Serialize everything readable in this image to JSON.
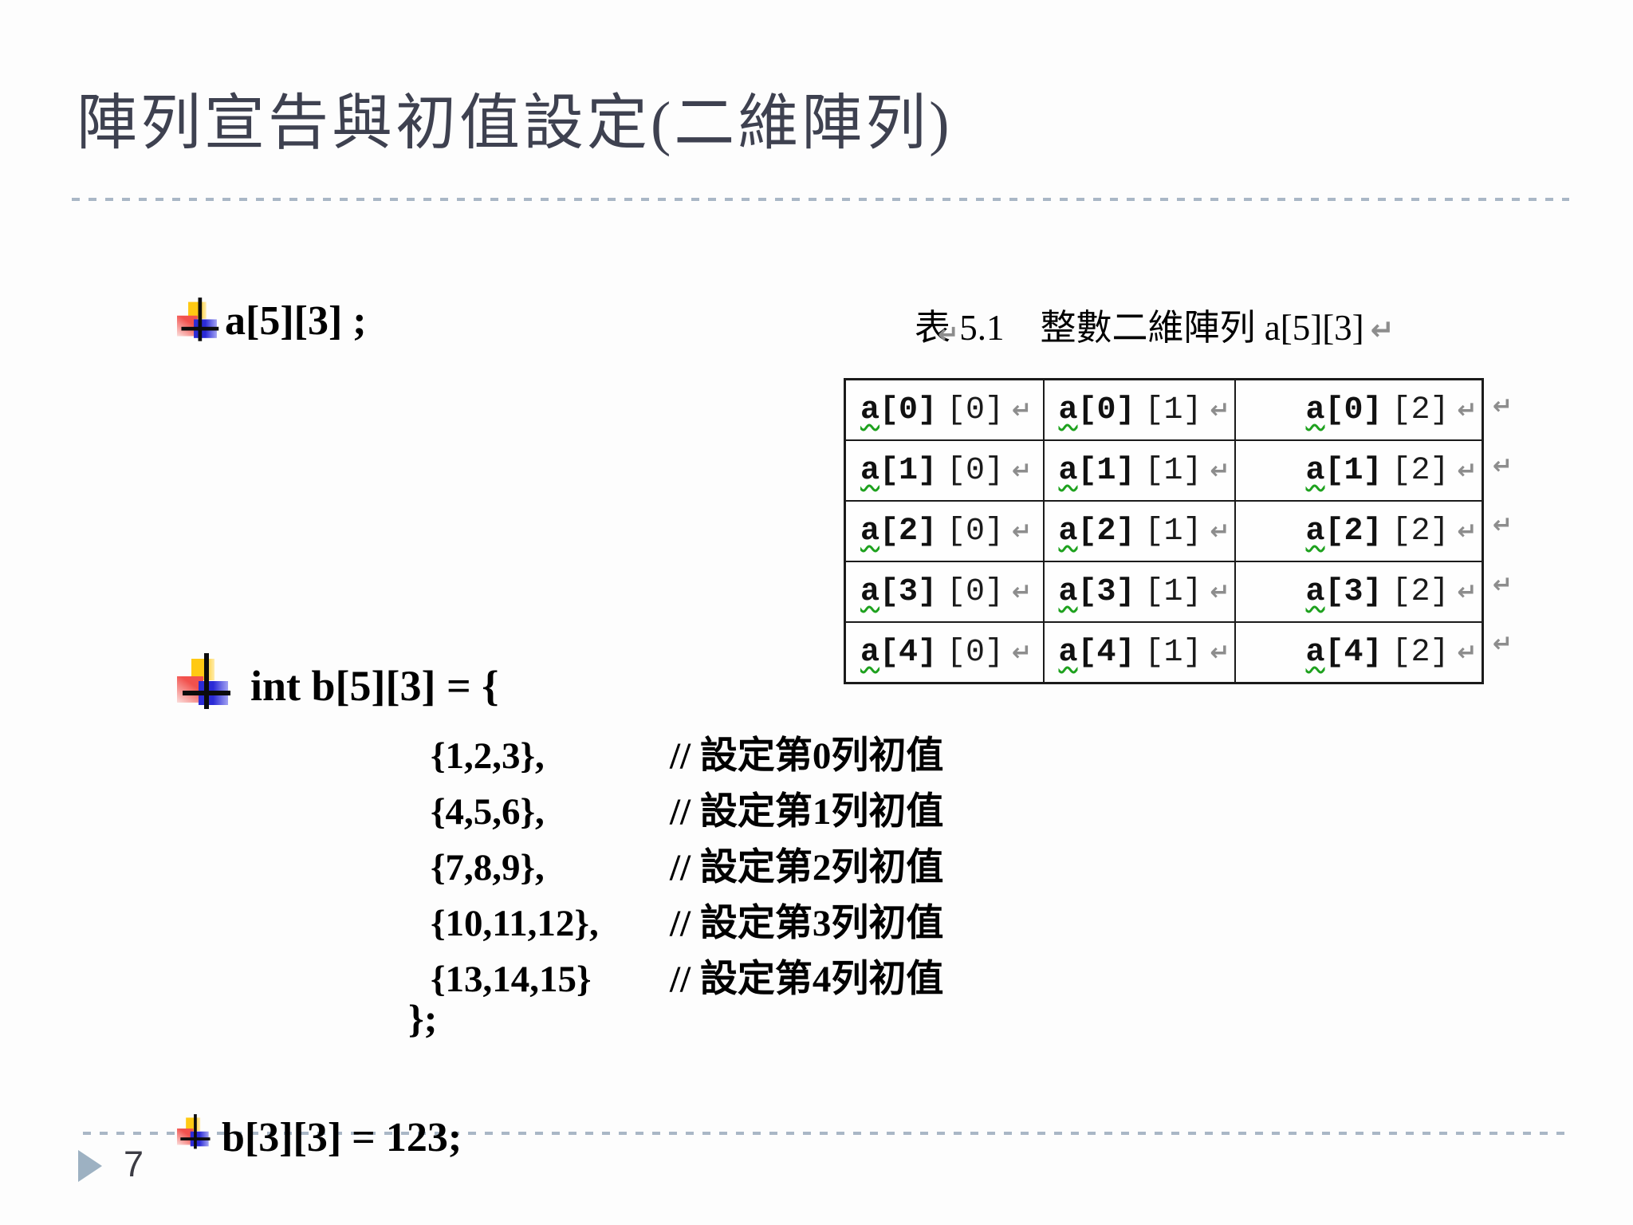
{
  "slide": {
    "title": "陣列宣告與初值設定(二維陣列)",
    "page_number": "7"
  },
  "statements": {
    "item1": "a[5][3] ;",
    "item2": "int b[5][3] = {",
    "item3": "b[3][3] = 123;",
    "closing_brace": "};"
  },
  "code_block": {
    "lines": [
      {
        "code": "{1,2,3},",
        "comment": "// 設定第0列初值"
      },
      {
        "code": "{4,5,6},",
        "comment": "// 設定第1列初值"
      },
      {
        "code": "{7,8,9},",
        "comment": "// 設定第2列初值"
      },
      {
        "code": "{10,11,12},",
        "comment": "// 設定第3列初值"
      },
      {
        "code": "{13,14,15}",
        "comment": "// 設定第4列初值"
      }
    ]
  },
  "table_figure": {
    "caption": "表 5.1　整數二維陣列 a[5][3]",
    "paragraph_mark": "↵",
    "cells": [
      [
        "a[0][0]",
        "a[0][1]",
        "a[0][2]"
      ],
      [
        "a[1][0]",
        "a[1][1]",
        "a[1][2]"
      ],
      [
        "a[2][0]",
        "a[2][1]",
        "a[2][2]"
      ],
      [
        "a[3][0]",
        "a[3][1]",
        "a[3][2]"
      ],
      [
        "a[4][0]",
        "a[4][1]",
        "a[4][2]"
      ]
    ]
  },
  "colors": {
    "title": "#3e4150",
    "dashed_line": "#a9b7c6",
    "body_text": "#000000",
    "paragraph_mark": "#8d8d8d",
    "spellcheck_underline": "#1ea11e",
    "page_triangle": "#9db1c2",
    "page_number": "#3c3c44",
    "bullet_yellow": "#ffc913",
    "bullet_red": "#f2514d",
    "bullet_blue": "#2b2bd6",
    "table_border": "#1b1b1b"
  }
}
